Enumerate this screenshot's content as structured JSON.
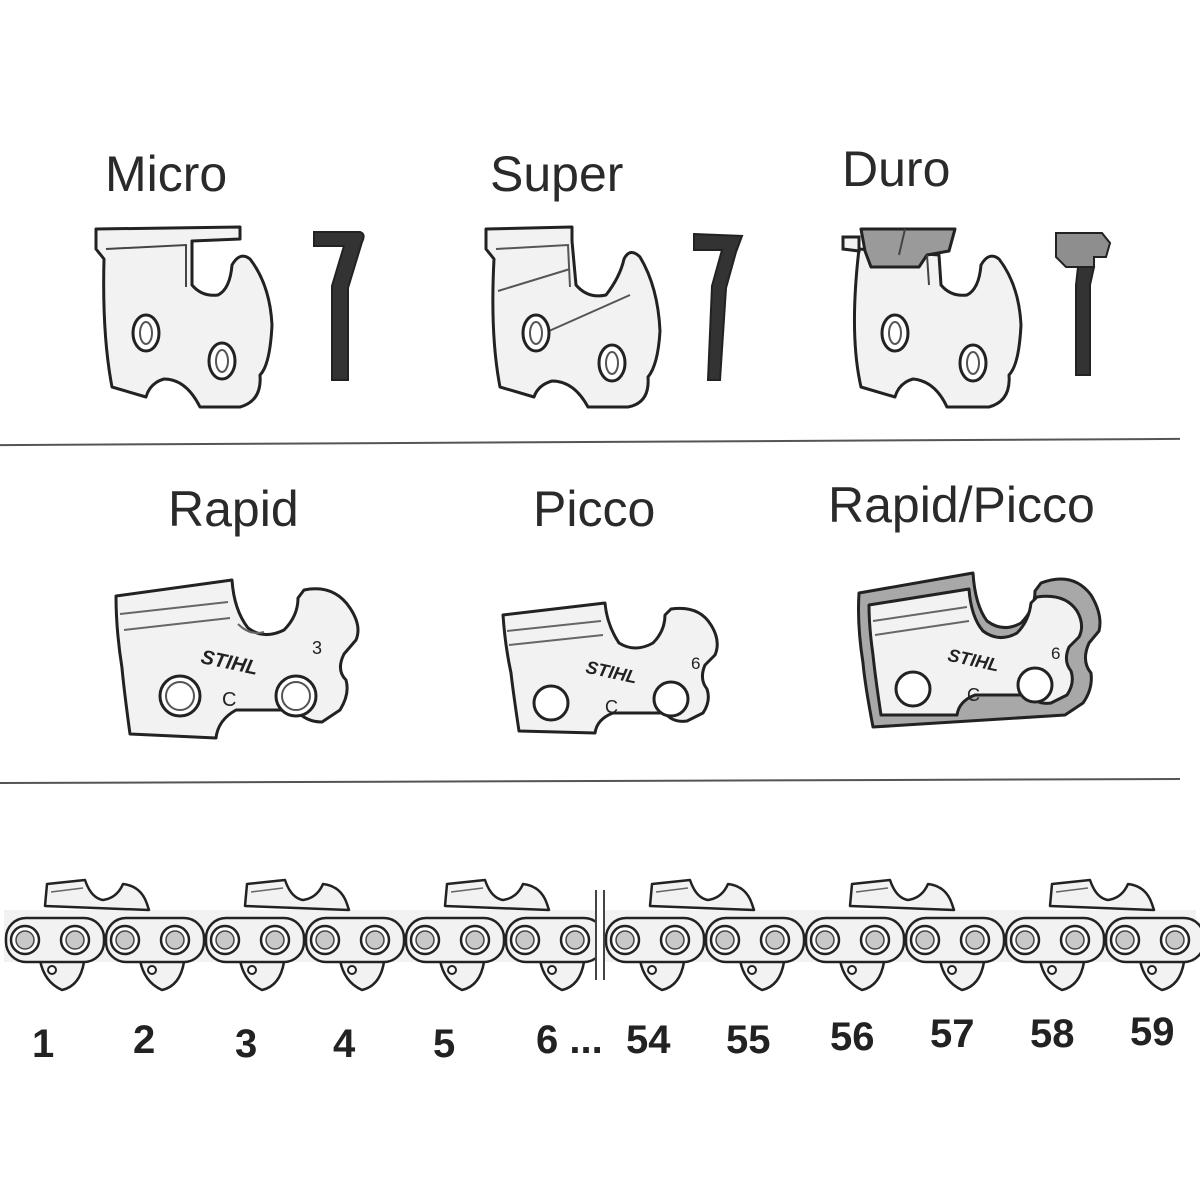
{
  "rows": {
    "top": [
      {
        "label": "Micro"
      },
      {
        "label": "Super"
      },
      {
        "label": "Duro"
      }
    ],
    "middle": [
      {
        "label": "Rapid",
        "stamp_brand": "STIHL",
        "stamp_code": "C",
        "gauge_mark": "3"
      },
      {
        "label": "Picco",
        "stamp_brand": "STIHL",
        "stamp_code": "C",
        "gauge_mark": "6"
      },
      {
        "label": "Rapid/Picco",
        "stamp_brand": "STIHL",
        "stamp_code": "C",
        "gauge_mark": "6"
      }
    ]
  },
  "chain": {
    "link_numbers": [
      "1",
      "2",
      "3",
      "4",
      "5",
      "6 ...",
      "54",
      "55",
      "56",
      "57",
      "58",
      "59"
    ]
  },
  "colors": {
    "outline": "#222222",
    "fill": "#f2f2f2",
    "carbide": "#9a9a9a",
    "rivet": "#c8c8c8"
  }
}
